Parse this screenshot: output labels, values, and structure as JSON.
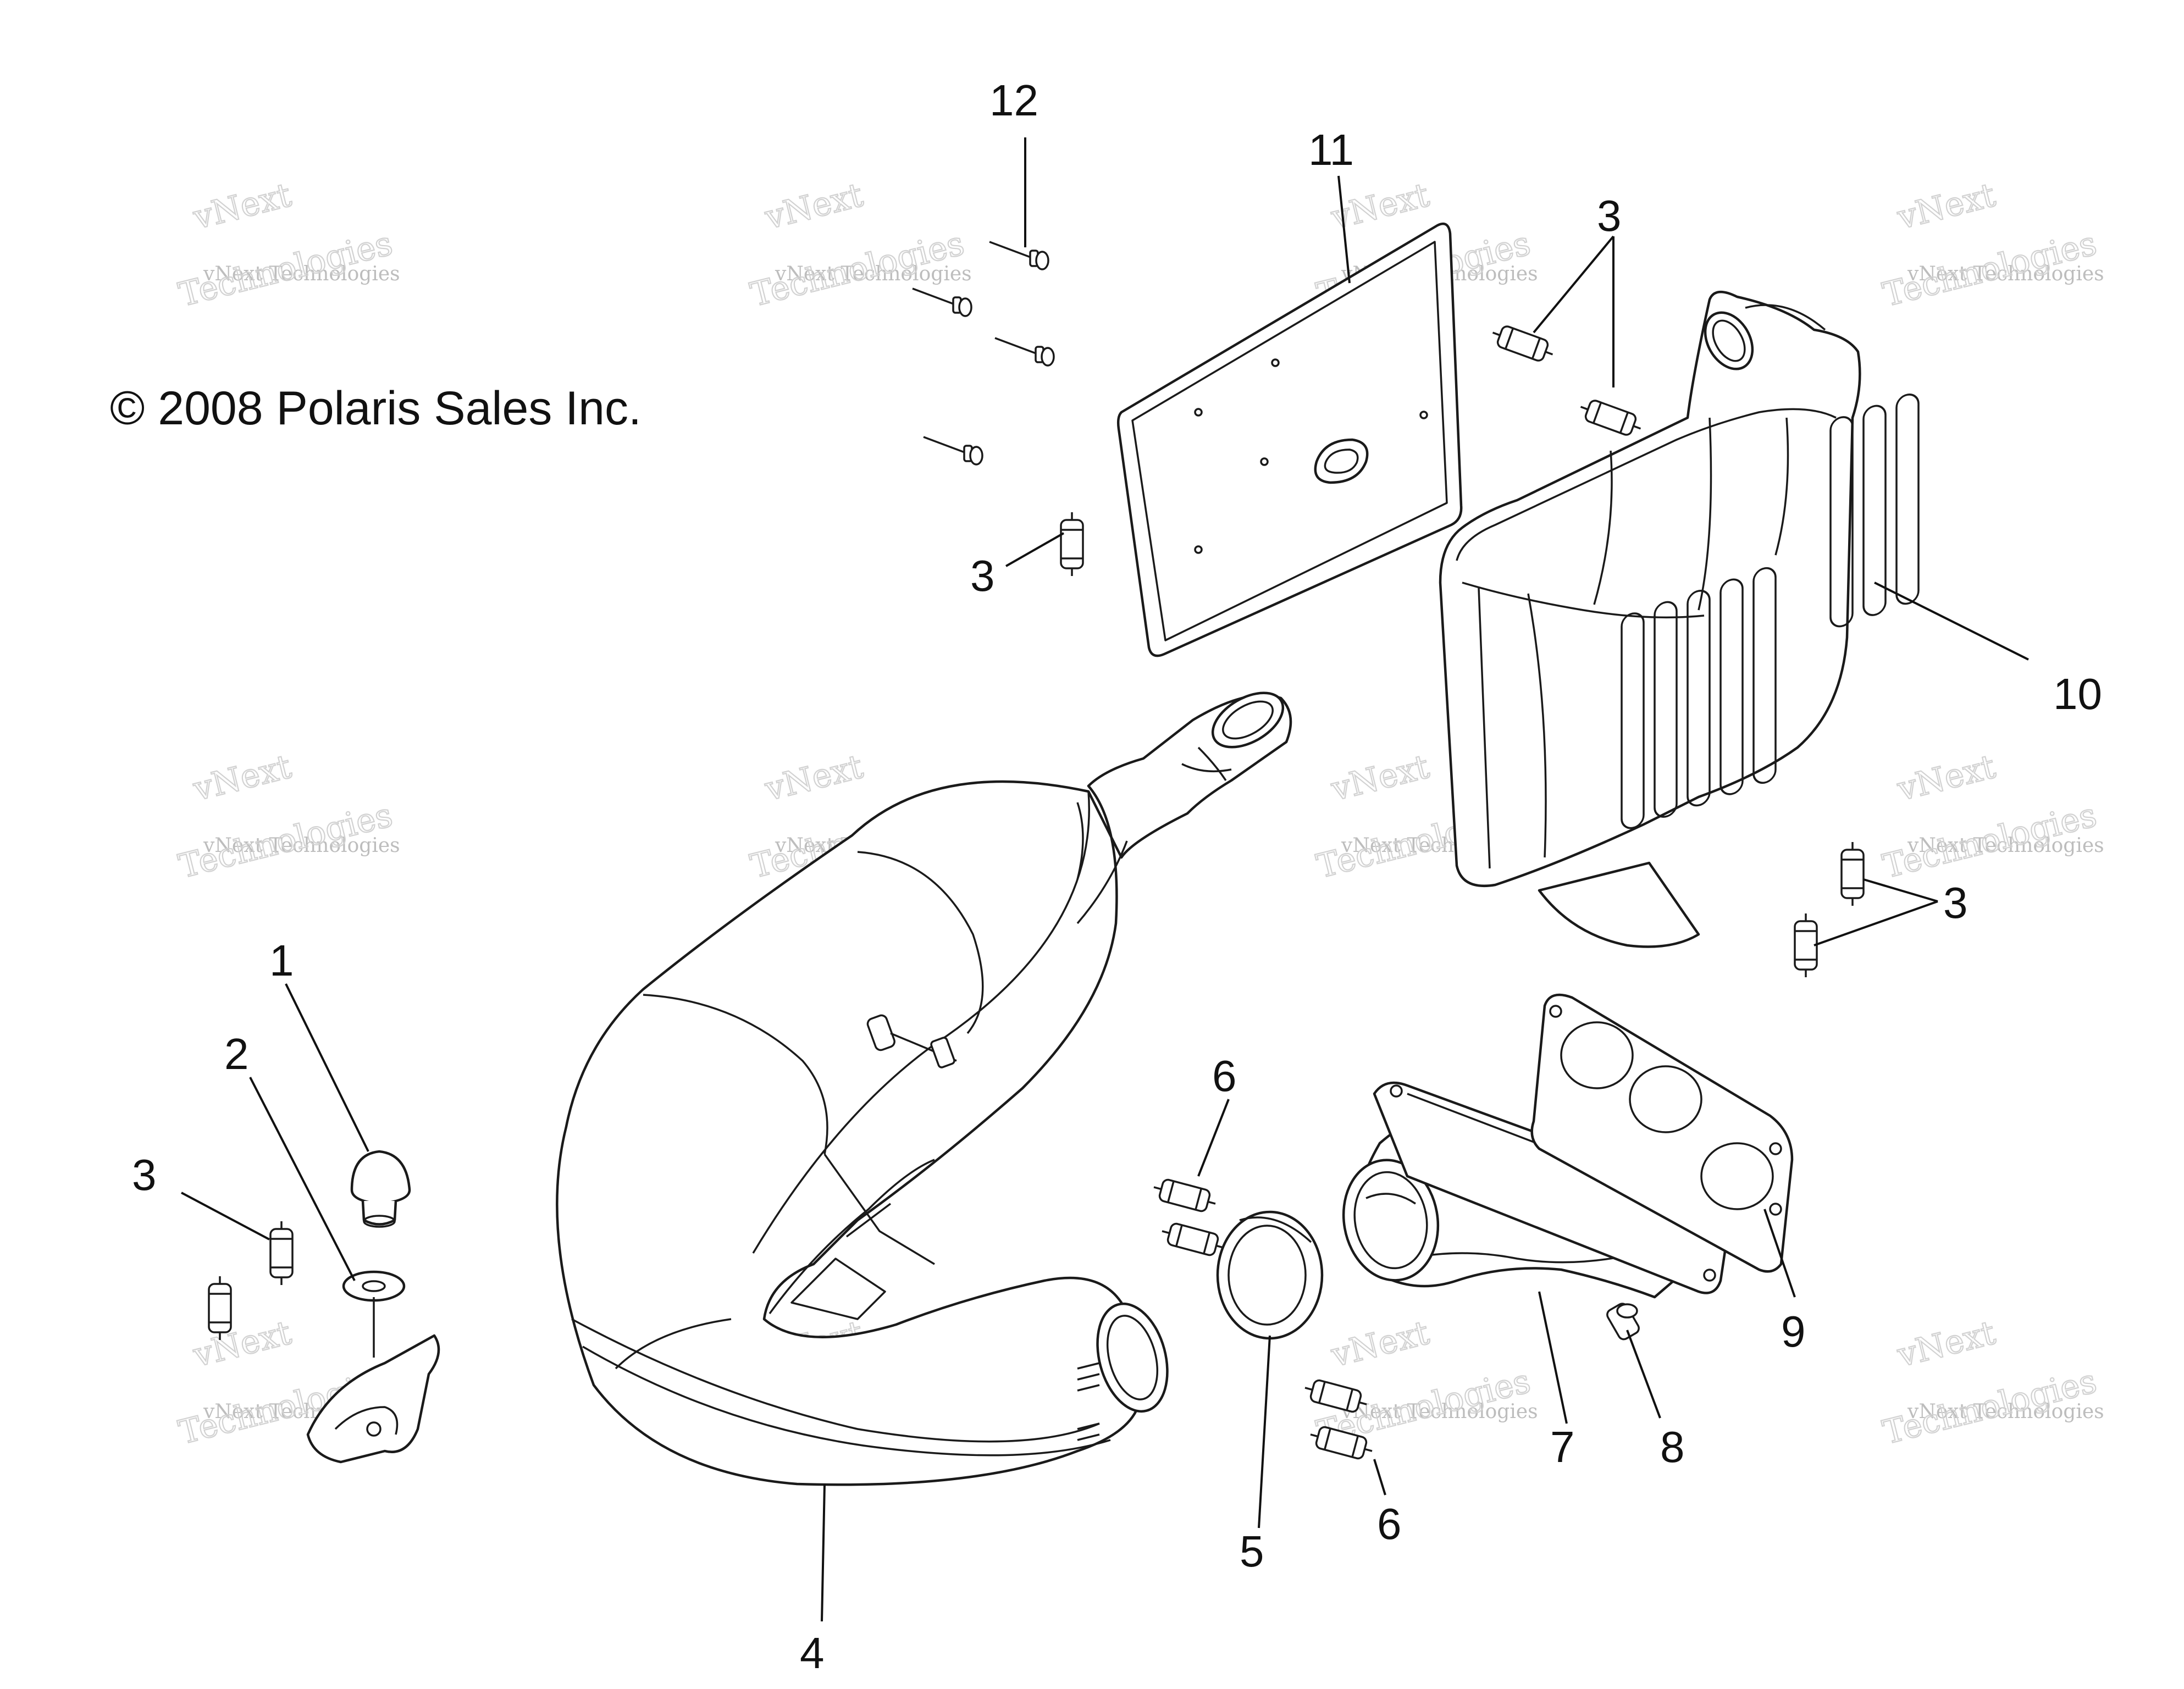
{
  "copyright": "© 2008 Polaris Sales Inc.",
  "watermark": {
    "line_small": "vNext Technologies",
    "line_top": "vNext",
    "line_bottom": "Technologies"
  },
  "callouts": [
    "1",
    "2",
    "3",
    "4",
    "5",
    "6",
    "7",
    "8",
    "9",
    "10",
    "11",
    "12"
  ],
  "labels": {
    "c1": "1",
    "c2": "2",
    "c3a": "3",
    "c3b": "3",
    "c3c": "3",
    "c3d": "3",
    "c4": "4",
    "c5": "5",
    "c6a": "6",
    "c6b": "6",
    "c7": "7",
    "c8": "8",
    "c9": "9",
    "c10": "10",
    "c11": "11",
    "c12": "12"
  }
}
